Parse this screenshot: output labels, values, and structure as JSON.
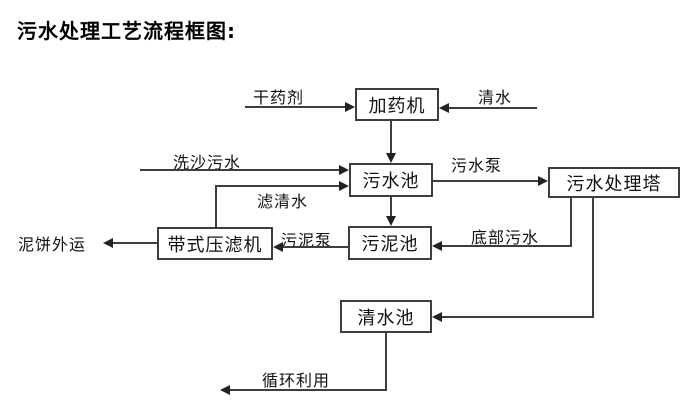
{
  "title": "污水处理工艺流程框图:",
  "colors": {
    "line": "#3d3d3d",
    "text": "#111111",
    "background": "#ffffff"
  },
  "diagram": {
    "nodes": {
      "dosing_machine": "加药机",
      "sewage_pool": "污水池",
      "sewage_treatment_tower": "污水处理塔",
      "sludge_pool": "污泥池",
      "belt_filter_press": "带式压滤机",
      "clean_water_pool": "清水池"
    },
    "labels": {
      "dry_chemical": "干药剂",
      "clean_water": "清水",
      "sand_washing_sewage": "洗沙污水",
      "sewage_pump": "污水泵",
      "filtered_water": "滤清水",
      "mud_cake_out": "泥饼外运",
      "sludge_pump": "污泥泵",
      "bottom_sewage": "底部污水",
      "recycle_use": "循环利用"
    },
    "edges": [
      {
        "from": "干药剂",
        "to": "加药机"
      },
      {
        "from": "清水",
        "to": "加药机"
      },
      {
        "from": "加药机",
        "to": "污水池"
      },
      {
        "from": "洗沙污水",
        "to": "污水池"
      },
      {
        "from": "带式压滤机",
        "to": "污水池",
        "label": "滤清水"
      },
      {
        "from": "污水池",
        "to": "污水处理塔",
        "label": "污水泵"
      },
      {
        "from": "污水池",
        "to": "污泥池"
      },
      {
        "from": "污水处理塔",
        "to": "污泥池",
        "label": "底部污水"
      },
      {
        "from": "污泥池",
        "to": "带式压滤机",
        "label": "污泥泵"
      },
      {
        "from": "带式压滤机",
        "to": "泥饼外运"
      },
      {
        "from": "污水处理塔",
        "to": "清水池"
      },
      {
        "from": "清水池",
        "to": "循环利用"
      }
    ]
  }
}
